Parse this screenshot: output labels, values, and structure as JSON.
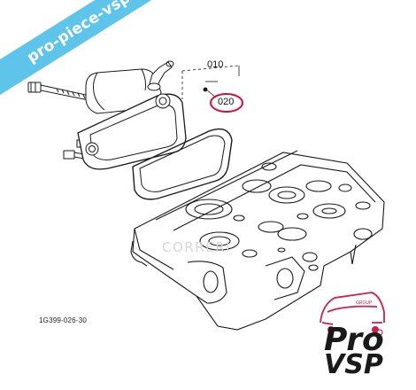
{
  "watermark_banner": {
    "text": "pro-piece-vsp.com",
    "color": "#5ec4ea"
  },
  "callouts": {
    "assembly": "010",
    "gasket": "020",
    "highlight_color": "#d0103a"
  },
  "figure_code": "1G399-026-30",
  "faint_watermark": "CORRERI",
  "logo": {
    "top_word": "Pro",
    "bottom_word": "VSP",
    "small_text": "GROUP",
    "accent_color": "#cc1f4a"
  }
}
